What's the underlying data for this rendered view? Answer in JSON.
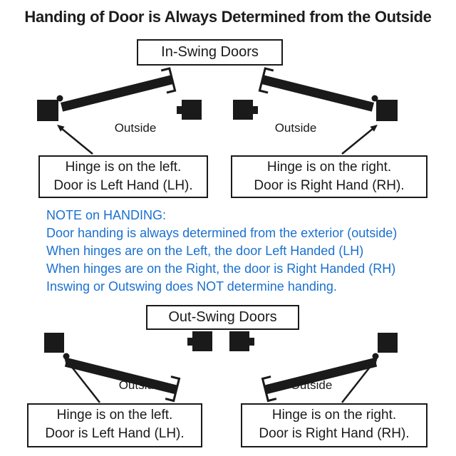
{
  "title": "Handing of Door is Always Determined from the Outside",
  "colors": {
    "ink": "#1a1a1a",
    "note_blue": "#1b70d0",
    "background": "#ffffff"
  },
  "inswing": {
    "heading": "In-Swing Doors",
    "left": {
      "outside": "Outside",
      "line1": "Hinge is on the left.",
      "line2": "Door is Left Hand (LH)."
    },
    "right": {
      "outside": "Outside",
      "line1": "Hinge is on the right.",
      "line2": "Door is Right Hand (RH)."
    }
  },
  "note": {
    "lines": [
      "NOTE on HANDING:",
      "Door handing is always determined from the exterior (outside)",
      "When hinges are on the Left, the door Left Handed (LH)",
      "When hinges are on the Right, the door is Right Handed (RH)",
      "Inswing or Outswing does NOT determine handing."
    ]
  },
  "outswing": {
    "heading": "Out-Swing Doors",
    "left": {
      "outside": "Outside",
      "line1": "Hinge is on the left.",
      "line2": "Door is Left Hand (LH)."
    },
    "right": {
      "outside": "Outside",
      "line1": "Hinge is on the right.",
      "line2": "Door is Right Hand (RH)."
    }
  }
}
